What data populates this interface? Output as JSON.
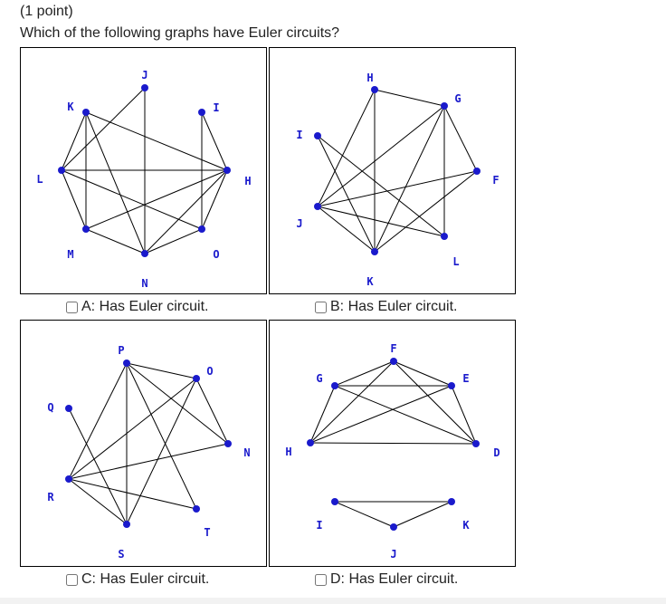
{
  "header": {
    "points": "(1 point)",
    "question": "Which of the following graphs have Euler circuits?"
  },
  "options": {
    "A": "A: Has Euler circuit.",
    "B": "B: Has Euler circuit.",
    "C": "C: Has Euler circuit.",
    "D": "D: Has Euler circuit."
  },
  "colors": {
    "vertex": "#1a1acc",
    "edge": "#000000",
    "label": "#1a1acc"
  },
  "graphs": {
    "A": {
      "vertices": [
        "J",
        "I",
        "K",
        "L",
        "H",
        "M",
        "N",
        "O"
      ],
      "edges": [
        [
          "J",
          "N"
        ],
        [
          "J",
          "L"
        ],
        [
          "I",
          "H"
        ],
        [
          "I",
          "O"
        ],
        [
          "K",
          "L"
        ],
        [
          "K",
          "M"
        ],
        [
          "K",
          "N"
        ],
        [
          "K",
          "H"
        ],
        [
          "L",
          "H"
        ],
        [
          "L",
          "M"
        ],
        [
          "L",
          "O"
        ],
        [
          "M",
          "H"
        ],
        [
          "M",
          "N"
        ],
        [
          "N",
          "H"
        ],
        [
          "N",
          "O"
        ],
        [
          "O",
          "H"
        ]
      ]
    },
    "B": {
      "vertices": [
        "H",
        "G",
        "I",
        "F",
        "J",
        "K",
        "L"
      ],
      "edges": [
        [
          "H",
          "G"
        ],
        [
          "H",
          "K"
        ],
        [
          "H",
          "J"
        ],
        [
          "G",
          "F"
        ],
        [
          "G",
          "K"
        ],
        [
          "G",
          "L"
        ],
        [
          "G",
          "J"
        ],
        [
          "I",
          "K"
        ],
        [
          "I",
          "L"
        ],
        [
          "J",
          "F"
        ],
        [
          "J",
          "K"
        ],
        [
          "J",
          "L"
        ],
        [
          "K",
          "F"
        ]
      ]
    },
    "C": {
      "vertices": [
        "P",
        "O",
        "Q",
        "N",
        "R",
        "S",
        "T"
      ],
      "edges": [
        [
          "P",
          "O"
        ],
        [
          "P",
          "S"
        ],
        [
          "P",
          "N"
        ],
        [
          "P",
          "T"
        ],
        [
          "P",
          "R"
        ],
        [
          "O",
          "N"
        ],
        [
          "O",
          "S"
        ],
        [
          "O",
          "R"
        ],
        [
          "Q",
          "S"
        ],
        [
          "R",
          "N"
        ],
        [
          "R",
          "S"
        ],
        [
          "R",
          "T"
        ]
      ]
    },
    "D": {
      "vertices": [
        "F",
        "G",
        "E",
        "H",
        "D",
        "I",
        "K",
        "J"
      ],
      "edges": [
        [
          "F",
          "G"
        ],
        [
          "F",
          "E"
        ],
        [
          "F",
          "H"
        ],
        [
          "F",
          "D"
        ],
        [
          "G",
          "E"
        ],
        [
          "G",
          "D"
        ],
        [
          "G",
          "H"
        ],
        [
          "E",
          "H"
        ],
        [
          "E",
          "D"
        ],
        [
          "H",
          "D"
        ],
        [
          "I",
          "K"
        ],
        [
          "I",
          "J"
        ],
        [
          "K",
          "J"
        ]
      ]
    }
  }
}
